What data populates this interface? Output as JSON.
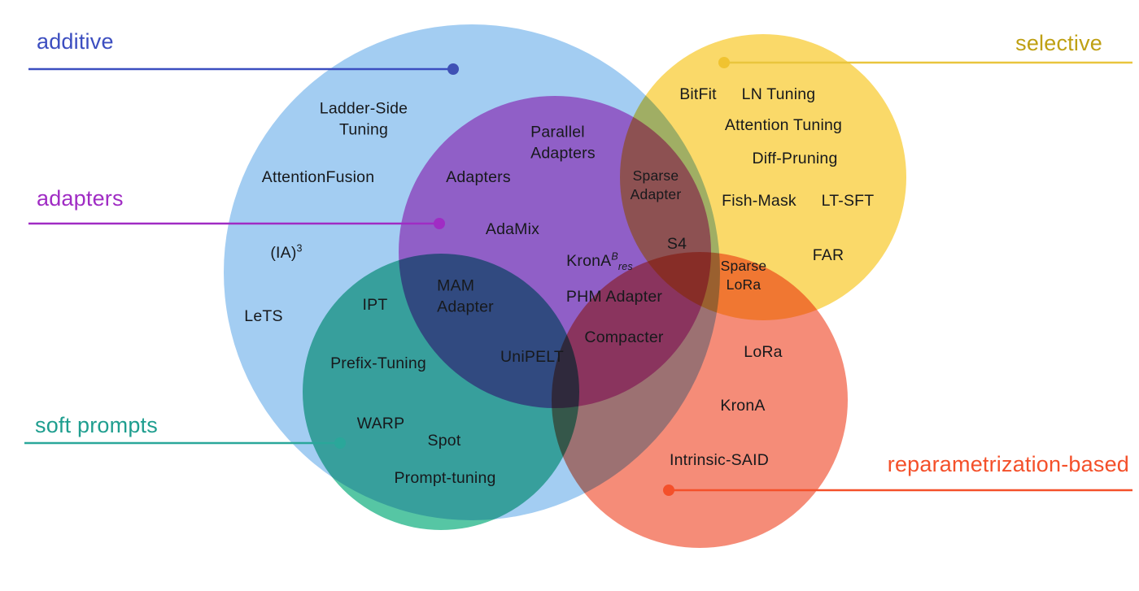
{
  "figure": {
    "description": "Venn diagram of parameter-efficient fine-tuning (PEFT) method families",
    "background": "#ffffff"
  },
  "categories": [
    {
      "id": "additive",
      "label": "additive",
      "color": "#3c4ec0",
      "line_color": "#3c4ec0",
      "dot_color": "#3f51b5"
    },
    {
      "id": "adapters",
      "label": "adapters",
      "color": "#a02cc4",
      "line_color": "#a02cc4",
      "dot_color": "#a02cc4"
    },
    {
      "id": "soft_prompts",
      "label": "soft prompts",
      "color": "#1f9e8f",
      "line_color": "#2aa79a",
      "dot_color": "#2aa79a"
    },
    {
      "id": "selective",
      "label": "selective",
      "color": "#bfa013",
      "line_color": "#e9c53d",
      "dot_color": "#f0c330"
    },
    {
      "id": "reparametrization",
      "label": "reparametrization-based",
      "color": "#f4502a",
      "line_color": "#f4502a",
      "dot_color": "#f4502a"
    }
  ],
  "circles": [
    {
      "category": "additive",
      "fill": "#A3CDF2"
    },
    {
      "category": "adapters",
      "fill": "#E276D2"
    },
    {
      "category": "selective",
      "fill": "#FAD969"
    },
    {
      "category": "soft_prompts",
      "fill": "#56C6A4"
    },
    {
      "category": "reparametrization",
      "fill": "#F58C78"
    }
  ],
  "methods": [
    {
      "label": "Ladder-Side\nTuning"
    },
    {
      "label": "AttentionFusion"
    },
    {
      "label": "(IA)",
      "sup": "3"
    },
    {
      "label": "LeTS"
    },
    {
      "label": "Parallel\nAdapters"
    },
    {
      "label": "Adapters"
    },
    {
      "label": "AdaMix"
    },
    {
      "label": "Sparse\nAdapter"
    },
    {
      "label": "S4"
    },
    {
      "label": "BitFit"
    },
    {
      "label": "LN Tuning"
    },
    {
      "label": "Attention Tuning"
    },
    {
      "label": "Diff-Pruning"
    },
    {
      "label": "Fish-Mask"
    },
    {
      "label": "LT-SFT"
    },
    {
      "label": "FAR"
    },
    {
      "label": "Sparse\nLoRa"
    },
    {
      "label": "KronA",
      "sup": "B",
      "sub": "res"
    },
    {
      "label": "PHM Adapter"
    },
    {
      "label": "Compacter"
    },
    {
      "label": "MAM\nAdapter"
    },
    {
      "label": "UniPELT"
    },
    {
      "label": "IPT"
    },
    {
      "label": "Prefix-Tuning"
    },
    {
      "label": "WARP"
    },
    {
      "label": "Spot"
    },
    {
      "label": "Prompt-tuning"
    },
    {
      "label": "LoRa"
    },
    {
      "label": "KronA"
    },
    {
      "label": "Intrinsic-SAID"
    }
  ]
}
